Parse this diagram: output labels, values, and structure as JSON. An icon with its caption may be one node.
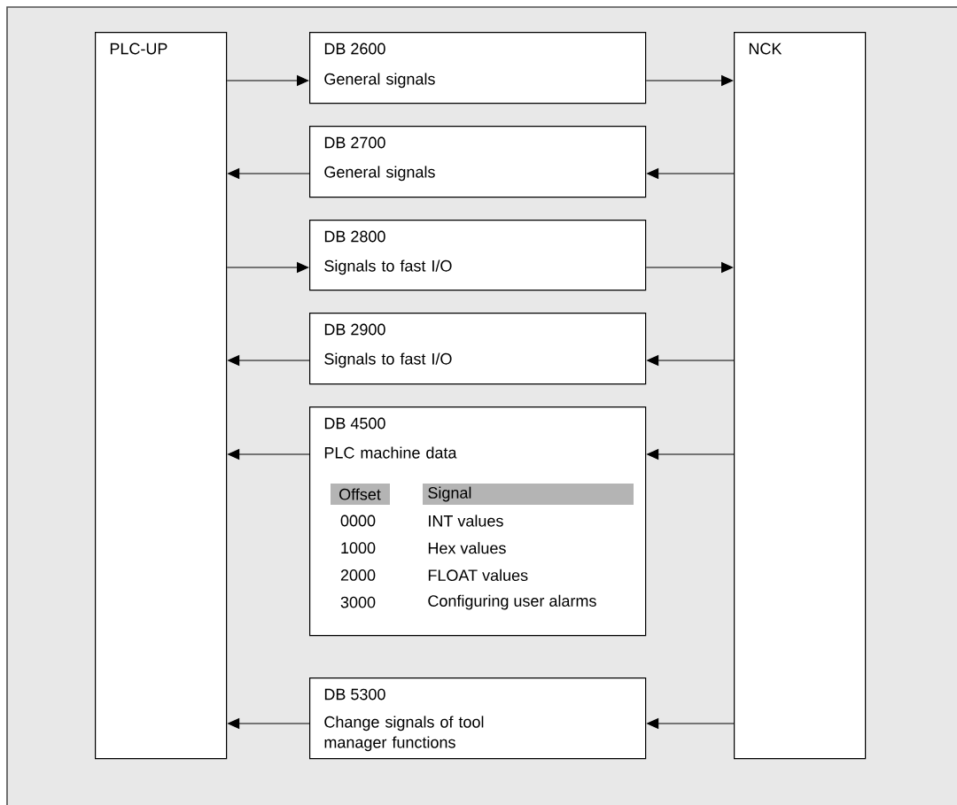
{
  "diagram": {
    "nodes": [
      {
        "text": [
          "PLC-UP"
        ]
      },
      {
        "text": [
          "NCK"
        ]
      },
      {
        "text": [
          "DB 2600",
          "General signals"
        ]
      },
      {
        "text": [
          "DB 2700",
          "General signals"
        ]
      },
      {
        "text": [
          "DB 2800",
          "Signals to fast I/O"
        ]
      },
      {
        "text": [
          "DB 2900",
          "Signals to fast I/O"
        ]
      },
      {
        "text": [
          "DB 4500",
          "PLC machine data"
        ]
      },
      {
        "text": [
          "DB 5300",
          "Change signals of tool manager functions"
        ]
      }
    ],
    "edges": [
      {
        "from": 0,
        "to": 2,
        "arrow": "to"
      },
      {
        "from": 2,
        "to": 1,
        "arrow": "to"
      },
      {
        "from": 1,
        "to": 3,
        "arrow": "to"
      },
      {
        "from": 3,
        "to": 0,
        "arrow": "to"
      },
      {
        "from": 0,
        "to": 4,
        "arrow": "to"
      },
      {
        "from": 4,
        "to": 1,
        "arrow": "to"
      },
      {
        "from": 1,
        "to": 5,
        "arrow": "to"
      },
      {
        "from": 5,
        "to": 0,
        "arrow": "to"
      },
      {
        "from": 1,
        "to": 6,
        "arrow": "to"
      },
      {
        "from": 6,
        "to": 0,
        "arrow": "to"
      },
      {
        "from": 1,
        "to": 7,
        "arrow": "to"
      },
      {
        "from": 7,
        "to": 0,
        "arrow": "to"
      }
    ],
    "labels": [
      "Offset",
      "Signal",
      "0000",
      "INT values",
      "1000",
      "Hex values",
      "2000",
      "FLOAT values",
      "3000",
      "Configuring user alarms"
    ]
  }
}
